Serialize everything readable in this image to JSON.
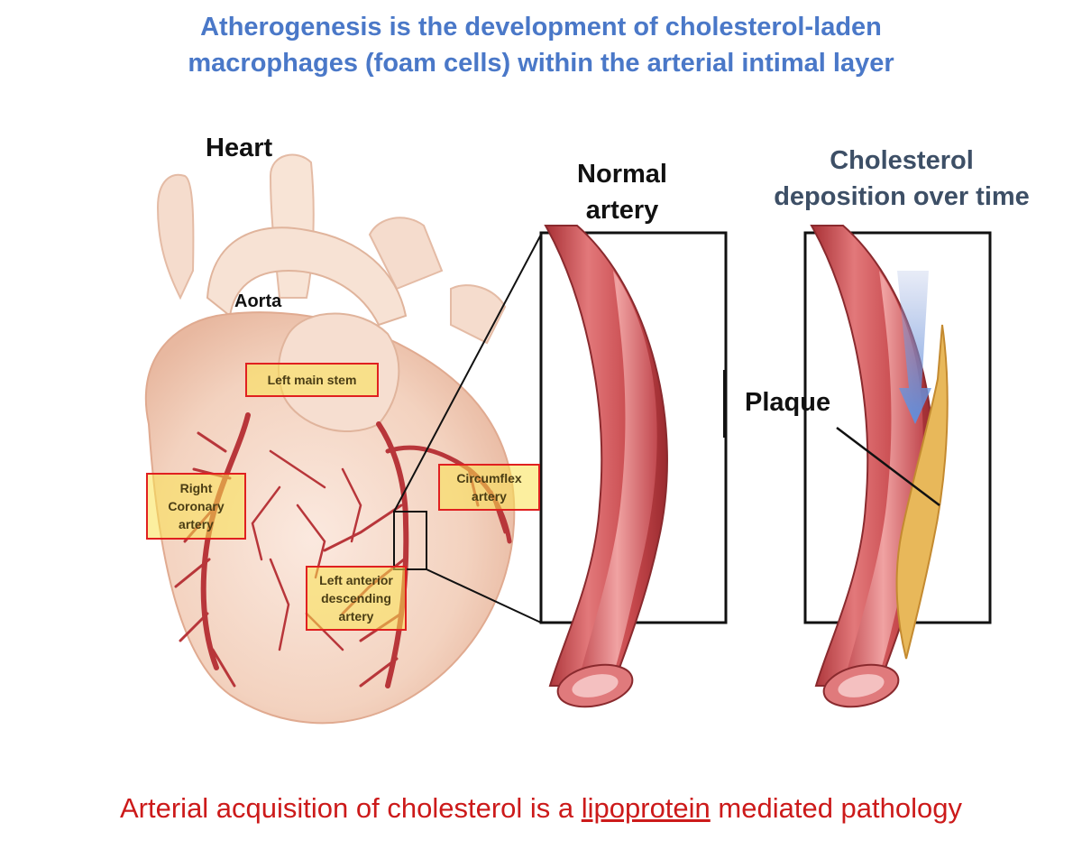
{
  "title": {
    "line1": "Atherogenesis is the development of cholesterol-laden",
    "line2": "macrophages (foam cells) within the arterial intimal layer"
  },
  "labels": {
    "heart": "Heart",
    "aorta": "Aorta",
    "normal_line1": "Normal",
    "normal_line2": "artery",
    "chol_line1": "Cholesterol",
    "chol_line2": "deposition over time",
    "plaque": "Plaque"
  },
  "boxes": {
    "left_main": "Left main stem",
    "right_coronary_1": "Right",
    "right_coronary_2": "Coronary",
    "right_coronary_3": "artery",
    "circumflex_1": "Circumflex",
    "circumflex_2": "artery",
    "lad_1": "Left anterior",
    "lad_2": "descending",
    "lad_3": "artery"
  },
  "bottom": {
    "before": "Arterial acquisition of cholesterol is a ",
    "underlined": "lipoprotein",
    "after": " mediated pathology"
  },
  "colors": {
    "title": "#4a78c8",
    "bottom_text": "#cc1a1a",
    "box_border": "#e02020",
    "box_fill": "#fae150",
    "artery_red": "#c8484a",
    "heart_tissue": "#f4d6c4",
    "plaque_yellow": "#e8b85a"
  }
}
